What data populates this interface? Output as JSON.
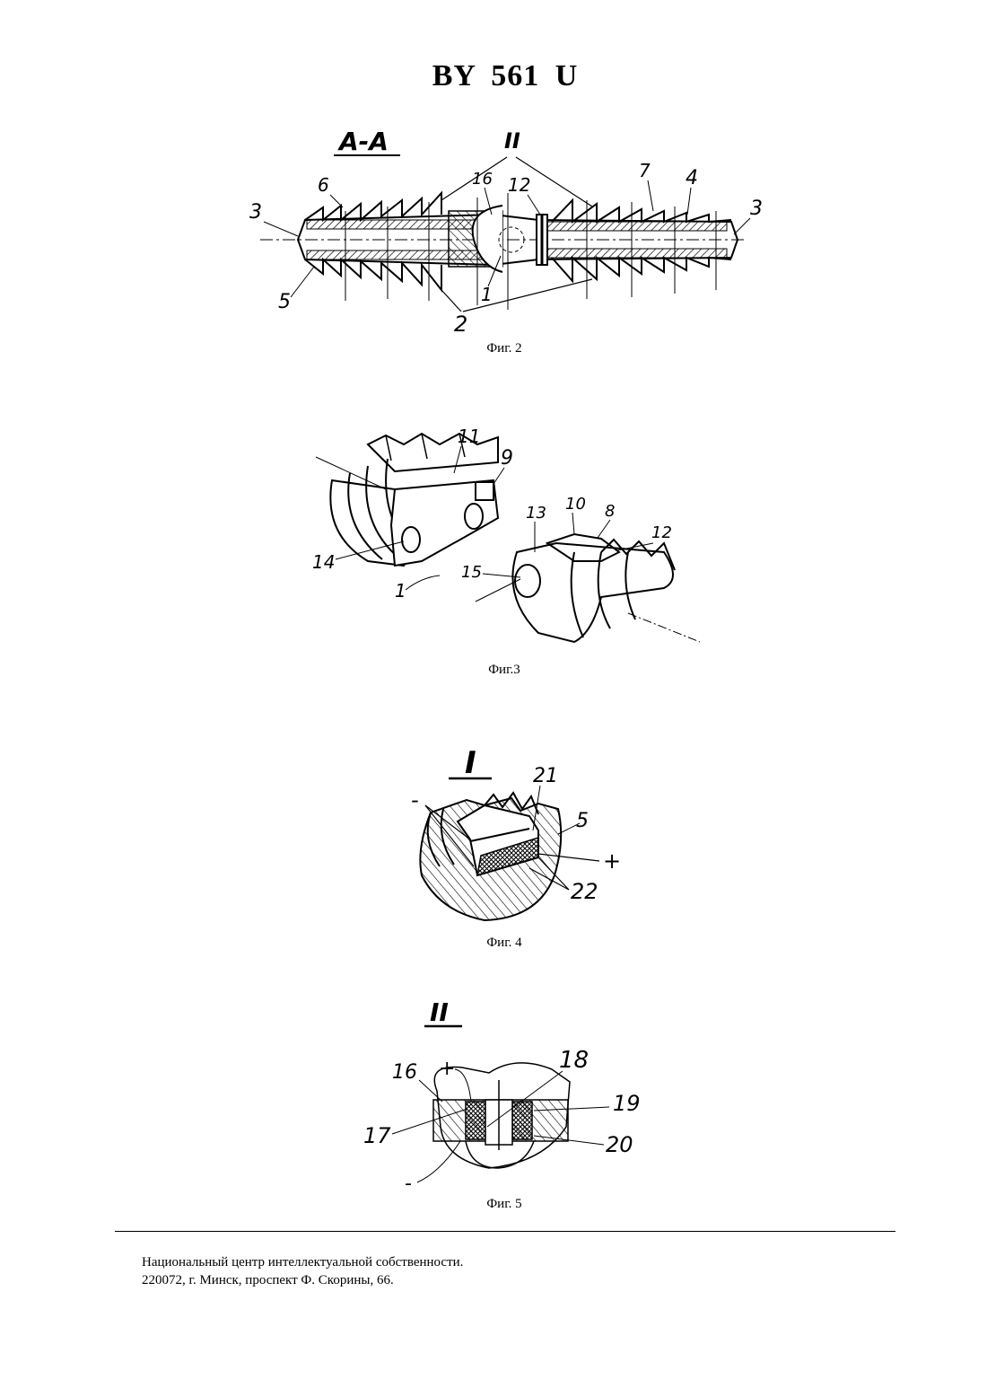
{
  "document": {
    "title": "BY 561 U"
  },
  "figures": [
    {
      "caption": "Фиг. 2",
      "section_label": "A-A",
      "detail_label": "II",
      "callouts": [
        "3",
        "6",
        "16",
        "12",
        "7",
        "4",
        "3",
        "5",
        "1",
        "2"
      ]
    },
    {
      "caption": "Фиг.3",
      "callouts": [
        "11",
        "9",
        "14",
        "1",
        "15",
        "13",
        "10",
        "8",
        "12"
      ]
    },
    {
      "caption": "Фиг. 4",
      "detail_label": "I",
      "callouts": [
        "21",
        "5",
        "+",
        "-",
        "22"
      ]
    },
    {
      "caption": "Фиг. 5",
      "detail_label": "II",
      "callouts": [
        "16",
        "+",
        "18",
        "19",
        "17",
        "20",
        "-"
      ]
    }
  ],
  "footer": {
    "line1": "Национальный центр интеллектуальной собственности.",
    "line2": "220072, г. Минск, проспект Ф. Скорины, 66."
  }
}
